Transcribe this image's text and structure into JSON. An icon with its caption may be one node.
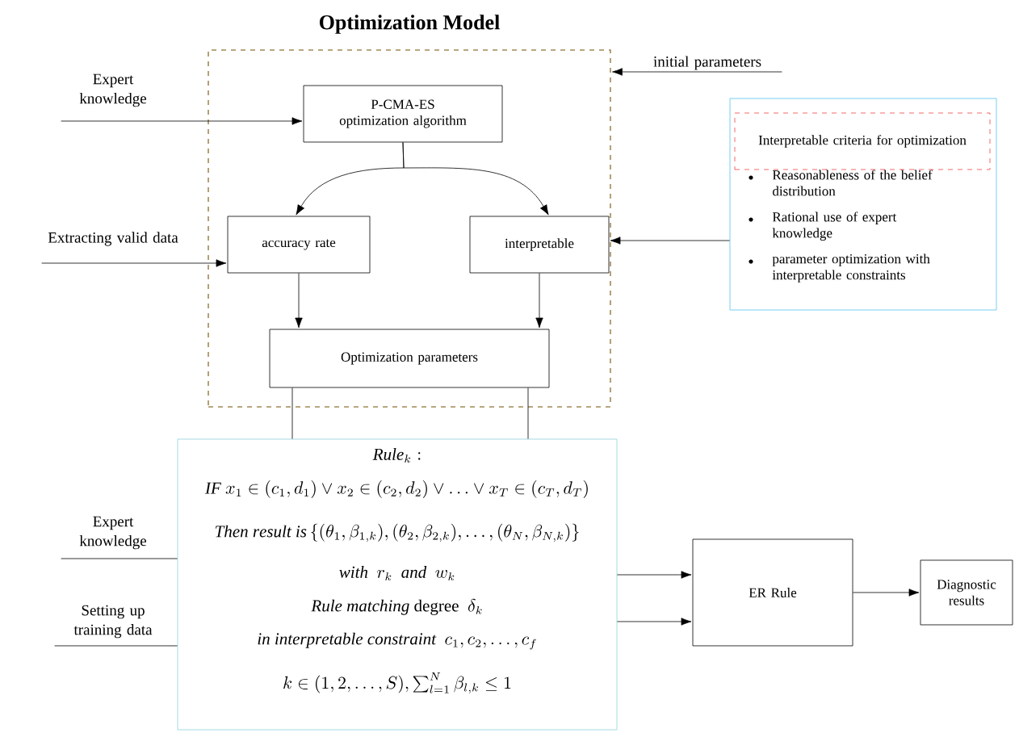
{
  "diagram": {
    "nodes": [
      {
        "text": [
          "Optimization Model"
        ]
      },
      {
        "text": [
          "P-CMA-ES optimization algorithm"
        ],
        "in": 0
      },
      {
        "text": [
          "accuracy rate"
        ],
        "in": 0
      },
      {
        "text": [
          "interpretable"
        ],
        "in": 0
      },
      {
        "text": [
          "Optimization parameters"
        ],
        "in": 0
      },
      {
        "text": [
          "Expert knowledge"
        ]
      },
      {
        "text": [
          "Extracting valid data"
        ]
      },
      {
        "text": [
          "initial parameters"
        ]
      },
      {
        "text": [
          "Reasonableness of the belief distribution",
          "Rational use of expert knowledge",
          "parameter optimization with interpretable constraints"
        ]
      },
      {
        "text": [
          "Interpretable criteria for optimization"
        ],
        "in": 8
      },
      {
        "text": [
          "\\mathit{Rule}_k:",
          "\\mathit{IF}\\ x_1\\in(c_1,d_1)\\vee x_2\\in(c_2,d_2)\\vee\\ldots\\vee x_T\\in(c_T,d_T)",
          "\\mathit{Then\\ result\\ is}\\left\\{(\\theta_1,\\beta_{1,k}),(\\theta_2,\\beta_{2,k}),\\ldots,(\\theta_N,\\beta_{N,k})\\right\\}",
          "\\mathit{with}\\ \\ r_k\\ \\ \\mathit{and}\\ \\ w_k",
          "\\mathit{Rule\\ matching}\\ \\mathrm{degree}\\ \\ \\delta_k",
          "\\mathit{in\\ interpretable\\ constraint}\\ \\ c_1,c_2,\\ldots,c_f",
          "k\\in(1,2,\\ldots,S),\\textstyle\\sum_{l=1}^{N}\\beta_{l,k}\\le 1"
        ]
      },
      {
        "text": [
          "Expert knowledge"
        ]
      },
      {
        "text": [
          "Setting up training data"
        ]
      },
      {
        "text": [
          "ER Rule"
        ]
      },
      {
        "text": [
          "Diagnostic results"
        ]
      }
    ],
    "edges": [
      {
        "from": 5,
        "to": 1,
        "arrow": "to"
      },
      {
        "from": 1,
        "to": 2,
        "arrow": "to"
      },
      {
        "from": 1,
        "to": 3,
        "arrow": "to"
      },
      {
        "from": 6,
        "to": 2,
        "arrow": "to"
      },
      {
        "from": 7,
        "to": 0,
        "arrow": "to"
      },
      {
        "from": 8,
        "to": 3,
        "arrow": "to"
      },
      {
        "from": 2,
        "to": 4,
        "arrow": "to"
      },
      {
        "from": 3,
        "to": 4,
        "arrow": "to"
      },
      {
        "from": 4,
        "to": 10,
        "arrow": "none"
      },
      {
        "from": 4,
        "to": 10,
        "arrow": "none"
      },
      {
        "from": 11,
        "to": 10,
        "arrow": "none"
      },
      {
        "from": 12,
        "to": 10,
        "arrow": "none"
      },
      {
        "from": 10,
        "to": 13,
        "arrow": "to"
      },
      {
        "from": 10,
        "to": 13,
        "arrow": "to"
      },
      {
        "from": 13,
        "to": 14,
        "arrow": "to"
      }
    ]
  }
}
